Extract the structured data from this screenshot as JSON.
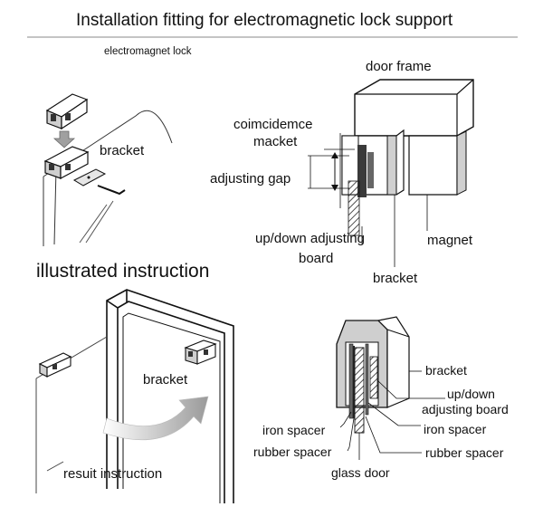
{
  "title": "Installation fitting for electromagnetic lock support",
  "top_left": {
    "caption": "electromagnet lock",
    "bracket_label": "bracket"
  },
  "section_heading": "illustrated instruction",
  "top_right": {
    "door_frame": "door  frame",
    "coincidence_1": "coimcidemce",
    "coincidence_2": "macket",
    "adjusting_gap": "adjusting gap",
    "updown_1": "up/down adjusting",
    "updown_2": "board",
    "magnet": "magnet",
    "bracket": "bracket"
  },
  "bottom_left": {
    "bracket_label": "bracket",
    "caption": "resuit instruction"
  },
  "bottom_right": {
    "bracket": "bracket",
    "updown_1": "up/down",
    "updown_2": "adjusting board",
    "iron_spacer_left": "iron spacer",
    "iron_spacer_right": "iron spacer",
    "rubber_spacer_left": "rubber spacer",
    "rubber_spacer_right": "rubber spacer",
    "glass_door": "glass door"
  },
  "colors": {
    "ink": "#111111",
    "gray_light": "#d9d9d9",
    "gray_mid": "#a6a6a6",
    "gray_dark": "#555555"
  }
}
